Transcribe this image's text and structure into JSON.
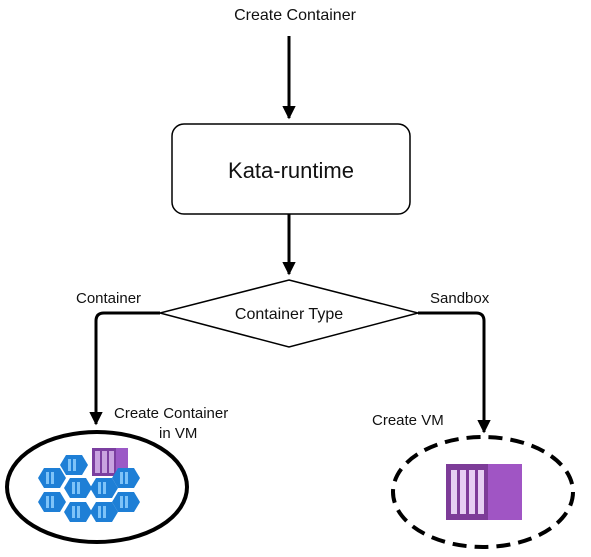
{
  "diagram": {
    "start_label": "Create Container",
    "process_label": "Kata-runtime",
    "decision_label": "Container Type",
    "left_branch_label": "Container",
    "right_branch_label": "Sandbox",
    "left_action_label_line1": "Create Container",
    "left_action_label_line2": "in VM",
    "right_action_label": "Create VM"
  },
  "icons": {
    "left_ellipse": "container-instances-icon",
    "right_ellipse": "virtual-machine-icon"
  },
  "colors": {
    "line": "#000000",
    "container_blue": "#1e88e5",
    "vm_purple": "#8e44ad"
  }
}
